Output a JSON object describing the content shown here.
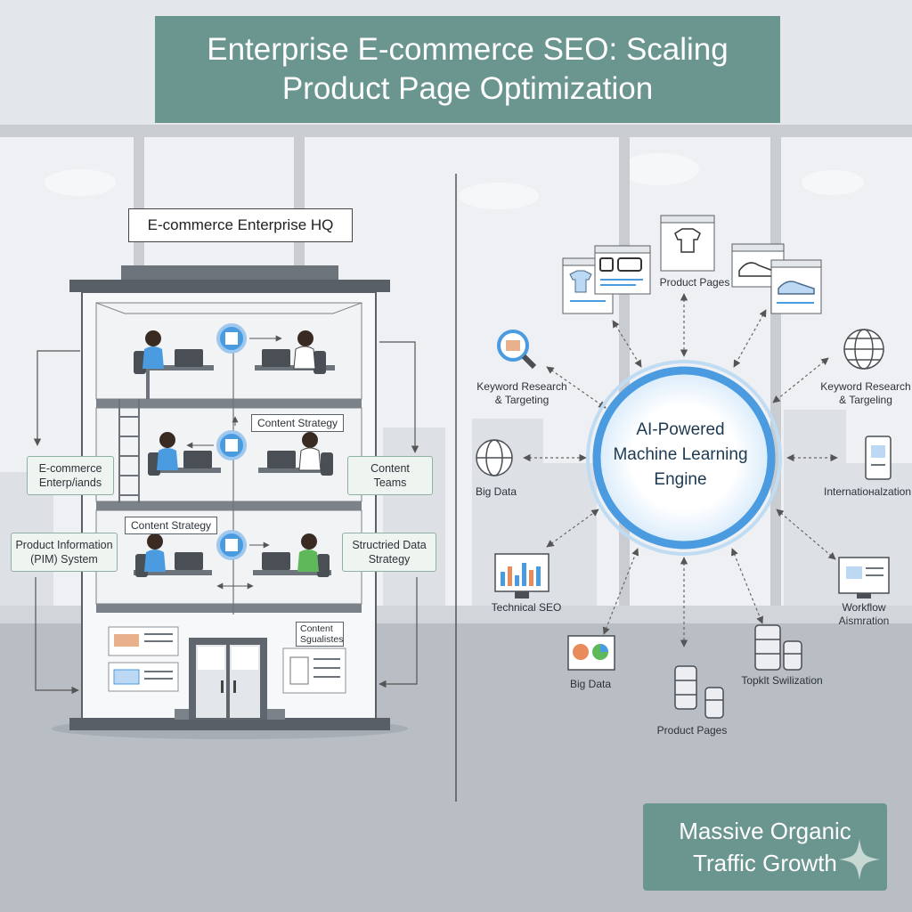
{
  "title": {
    "line1": "Enterprise E-commerce SEO: Scaling",
    "line2": "Product Page Optimization"
  },
  "building": {
    "sign": "E-commerce Enterprise HQ",
    "floor_tags": [
      "Content Strategy",
      "Content Strategy",
      "Content Sgualistes"
    ]
  },
  "side_boxes": {
    "left": [
      {
        "line1": "E-commerce",
        "line2": "Enterp/iands"
      },
      {
        "line1": "Product Information",
        "line2": "(PIM) System"
      }
    ],
    "right": [
      {
        "line1": "Content",
        "line2": "Teams"
      },
      {
        "line1": "Structried Data",
        "line2": "Strategy"
      }
    ]
  },
  "engine": {
    "line1": "AI-Powered",
    "line2": "Machine Learning",
    "line3": "Engine"
  },
  "nodes": {
    "product_pages_top": "Product Pages",
    "keyword_left": {
      "line1": "Keyword Research",
      "line2": "& Targeting"
    },
    "keyword_right": {
      "line1": "Keyword Research",
      "line2": "& Targeling"
    },
    "big_data_left": "Big Data",
    "internationalization": "Internatioнalzation",
    "technical_seo": "Technical SEO",
    "workflow": "Workflow Aismration",
    "big_data_bottom": "Big Data",
    "product_pages_bottom": "Product Pages",
    "toplit": "Topklt Swilization"
  },
  "cta": {
    "line1": "Massive Organic",
    "line2": "Traffic Growth"
  },
  "colors": {
    "teal": "#6b9690",
    "accent_blue": "#4a9be0",
    "green_shirt": "#5fb85a"
  }
}
